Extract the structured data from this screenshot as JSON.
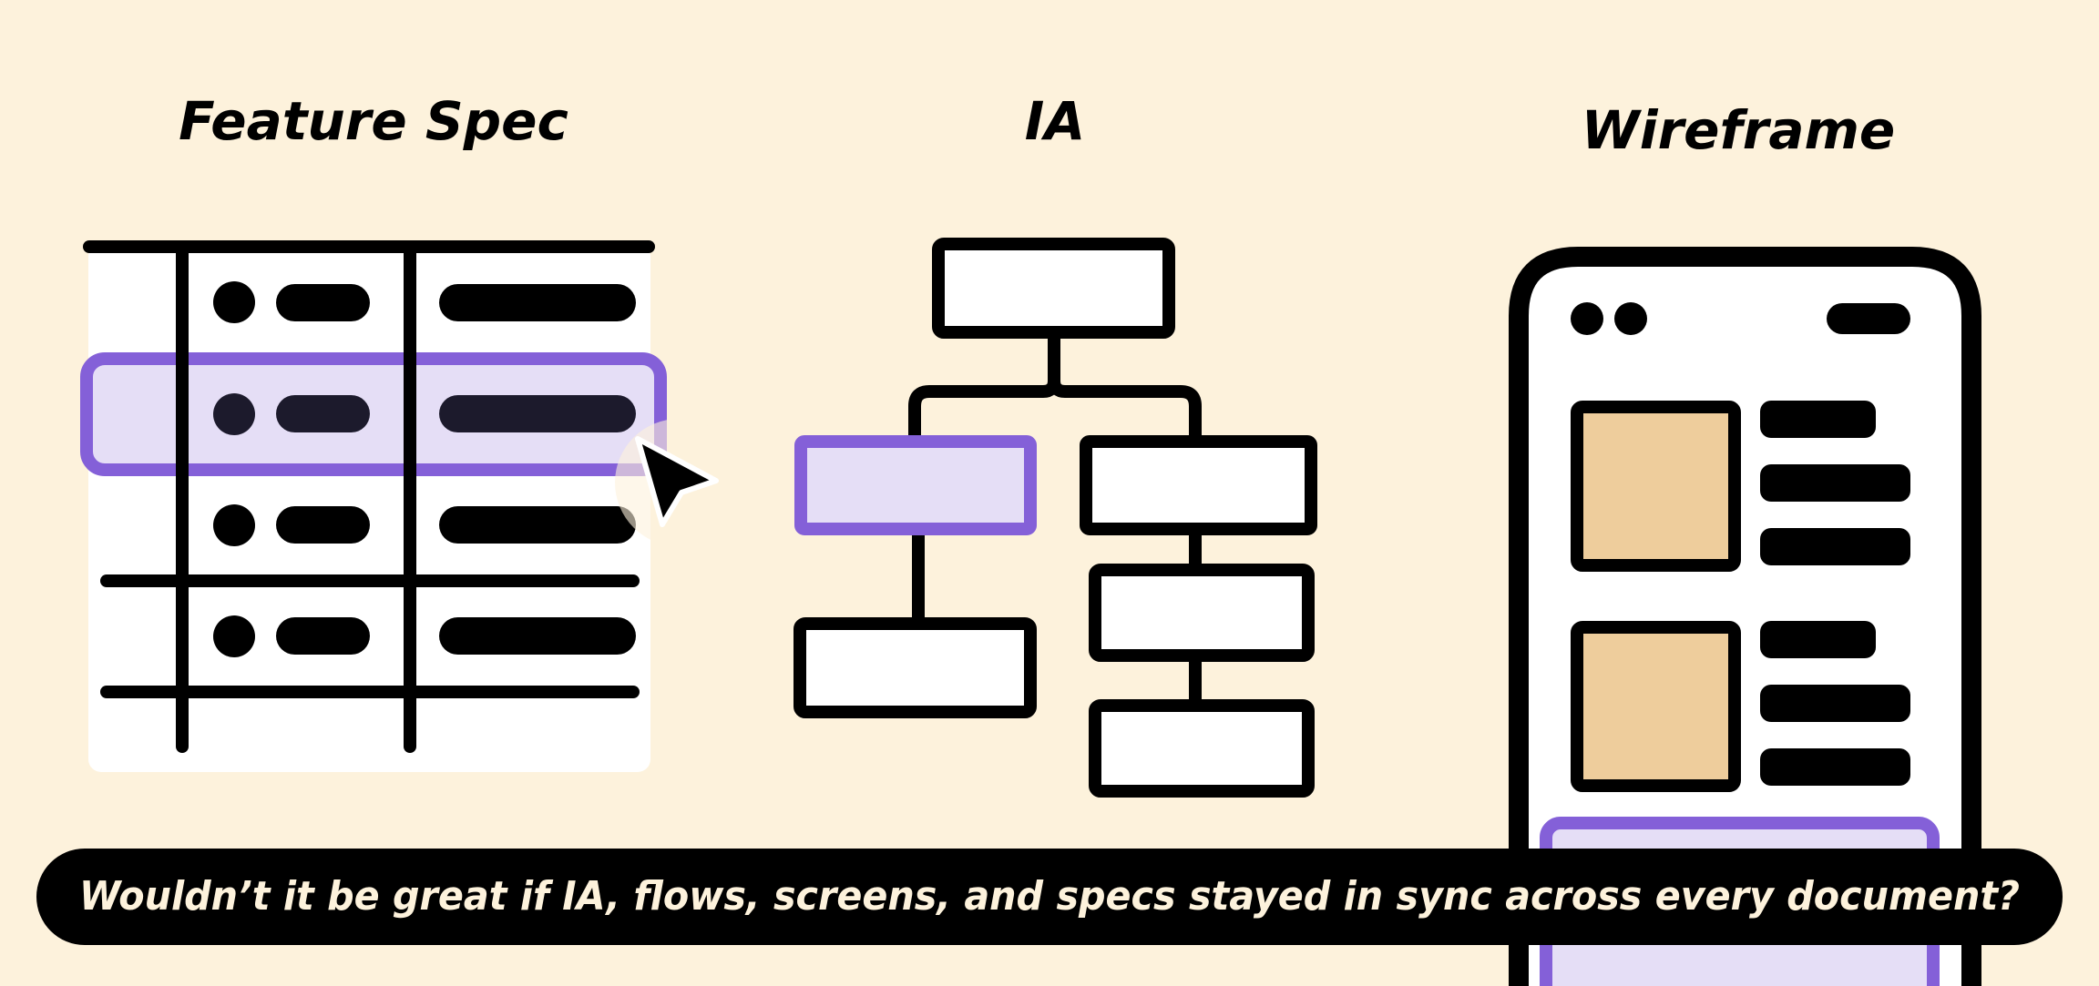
{
  "titles": {
    "feature_spec": "Feature Spec",
    "ia": "IA",
    "wireframe": "Wireframe"
  },
  "caption": "Wouldn’t it be great if IA, flows, screens, and specs stayed in sync across every document?",
  "colors": {
    "background": "#FDF2DC",
    "ink": "#000000",
    "highlight_stroke": "#8460D8",
    "highlight_fill": "#E5DEF6",
    "image_placeholder": "#EECD9C",
    "panel": "#FFFFFF"
  },
  "icons": {
    "cursor": "arrow-cursor-icon"
  }
}
